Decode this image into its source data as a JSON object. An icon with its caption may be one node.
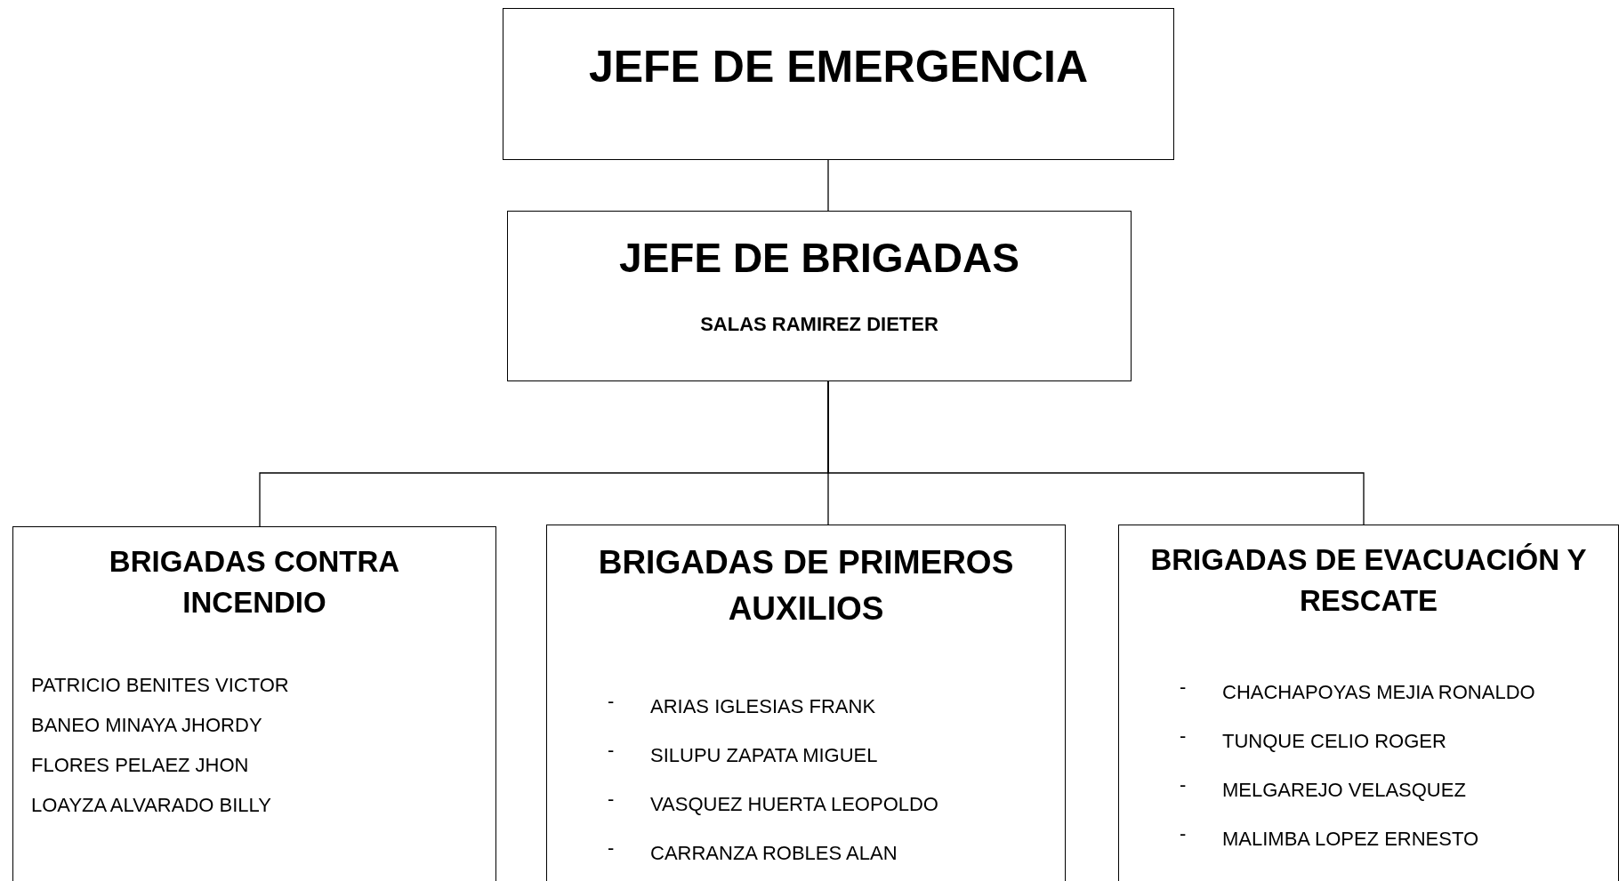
{
  "diagram": {
    "nodes": [
      {
        "text": [
          "JEFE DE EMERGENCIA"
        ]
      },
      {
        "text": [
          "JEFE DE BRIGADAS",
          "SALAS RAMIREZ DIETER"
        ]
      },
      {
        "text": [
          "BRIGADAS CONTRA INCENDIO",
          "PATRICIO BENITES VICTOR",
          "BANEO MINAYA JHORDY",
          "FLORES PELAEZ JHON",
          "LOAYZA ALVARADO BILLY"
        ]
      },
      {
        "text": [
          "BRIGADAS DE PRIMEROS AUXILIOS",
          "ARIAS IGLESIAS FRANK",
          "SILUPU ZAPATA MIGUEL",
          "VASQUEZ HUERTA LEOPOLDO",
          "CARRANZA ROBLES ALAN"
        ]
      },
      {
        "text": [
          "BRIGADAS DE EVACUACIÓN Y RESCATE",
          "CHACHAPOYAS MEJIA RONALDO",
          "TUNQUE CELIO ROGER",
          "MELGAREJO VELASQUEZ",
          "MALIMBA LOPEZ ERNESTO"
        ]
      }
    ],
    "edges": [
      {
        "from": 0,
        "to": 1,
        "arrow": "none"
      },
      {
        "from": 1,
        "to": 2,
        "arrow": "none"
      },
      {
        "from": 1,
        "to": 3,
        "arrow": "none"
      },
      {
        "from": 1,
        "to": 4,
        "arrow": "none"
      }
    ],
    "labels": [
      "-",
      "-",
      "-",
      "-",
      "-",
      "-",
      "-",
      "-"
    ]
  }
}
